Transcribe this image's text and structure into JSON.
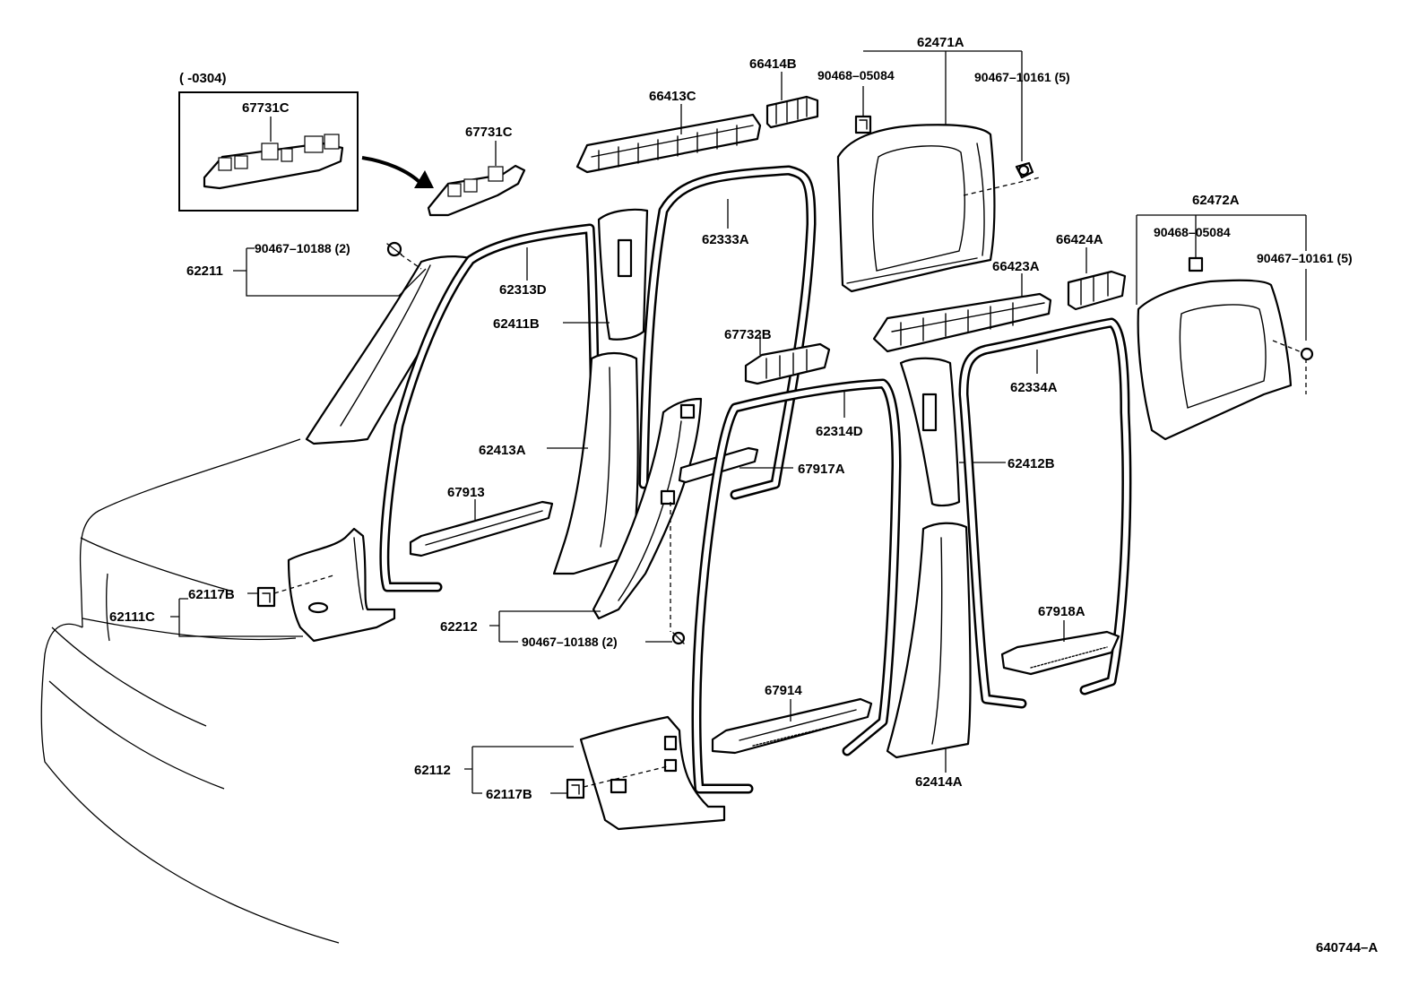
{
  "inset": {
    "note": "(      -0304)",
    "part": "67731C"
  },
  "labels": {
    "p67731C": "67731C",
    "p66413C": "66413C",
    "p66414B": "66414B",
    "p62471A": "62471A",
    "p90468_05084_a": "90468–05084",
    "p90467_10161_a": "90467–10161 (5)",
    "p62211": "62211",
    "p90467_10188_a": "90467–10188 (2)",
    "p62313D": "62313D",
    "p62333A": "62333A",
    "p62411B": "62411B",
    "p66424A": "66424A",
    "p66423A": "66423A",
    "p62472A": "62472A",
    "p90468_05084_b": "90468–05084",
    "p90467_10161_b": "90467–10161 (5)",
    "p67732B": "67732B",
    "p62334A": "62334A",
    "p62413A": "62413A",
    "p62314D": "62314D",
    "p67917A": "67917A",
    "p62412B": "62412B",
    "p67913": "67913",
    "p62117B_a": "62117B",
    "p62111C": "62111C",
    "p62212": "62212",
    "p90467_10188_b": "90467–10188 (2)",
    "p67918A": "67918A",
    "p67914": "67914",
    "p62112": "62112",
    "p62117B_b": "62117B",
    "p62414A": "62414A",
    "drawing_no": "640744–A"
  }
}
